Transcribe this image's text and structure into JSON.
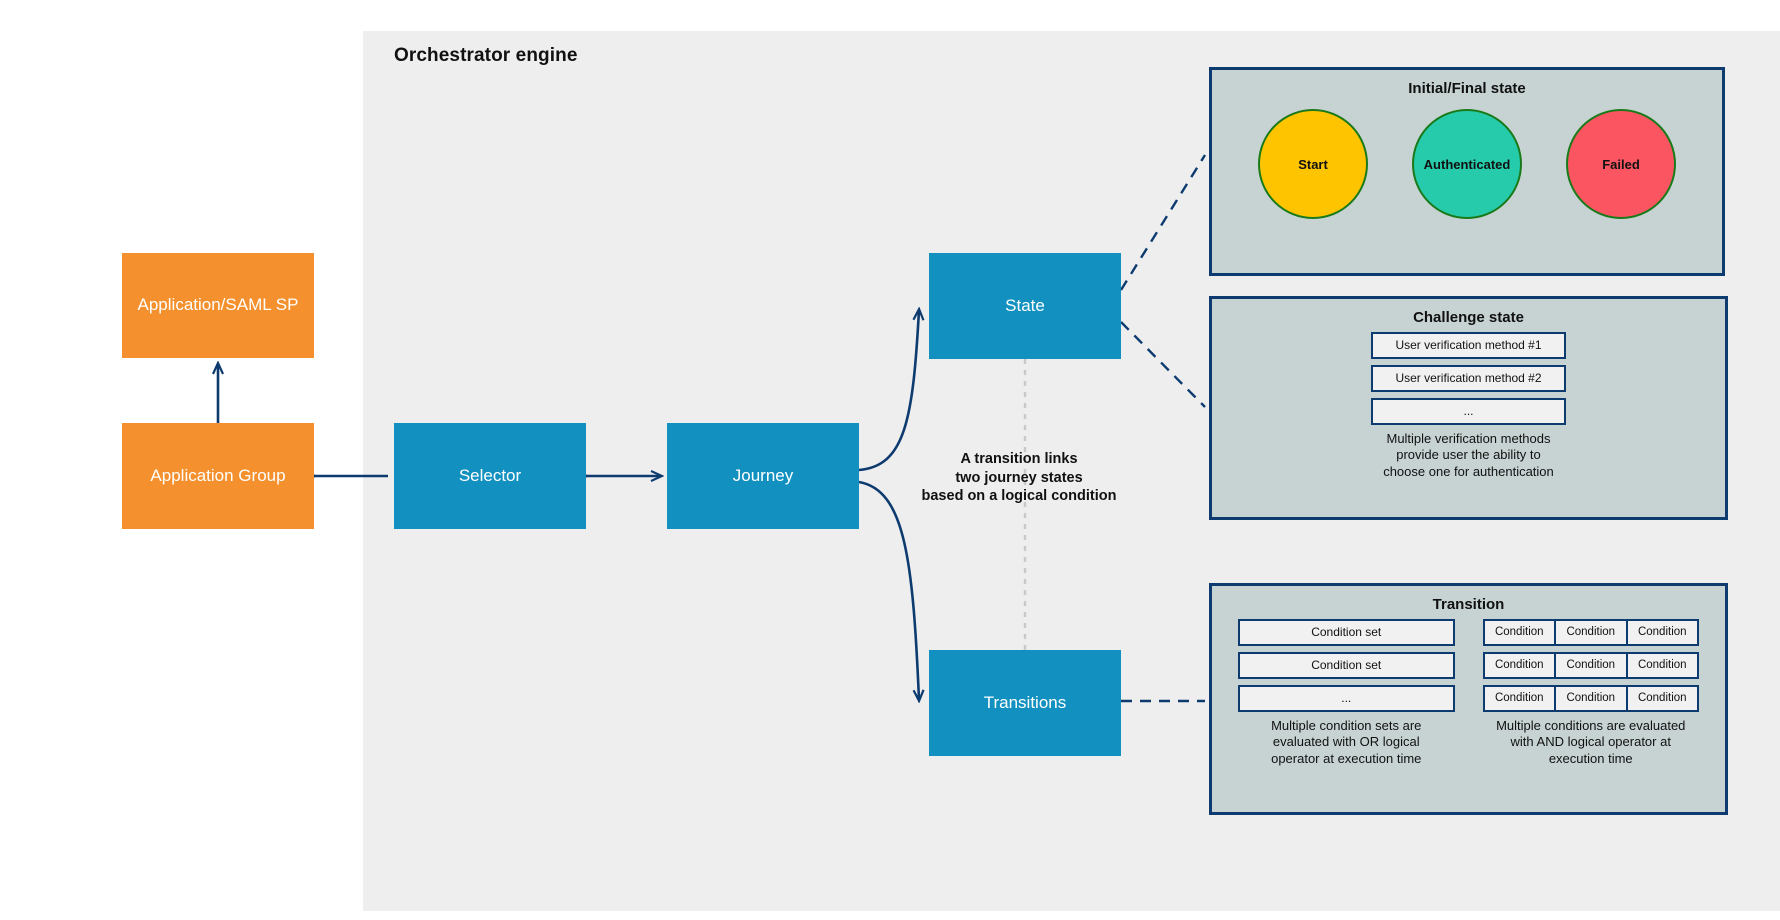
{
  "engine": {
    "title": "Orchestrator engine"
  },
  "nodes": {
    "application": "Application/SAML SP",
    "application_group": "Application Group",
    "selector": "Selector",
    "journey": "Journey",
    "state": "State",
    "transitions": "Transitions"
  },
  "annotation": {
    "line1": "A transition links",
    "line2": "two journey states",
    "line3": "based on a logical condition"
  },
  "initial_final_state": {
    "title": "Initial/Final state",
    "circles": [
      {
        "label": "Start",
        "fill": "#ffc400",
        "stroke": "#1a7a1a"
      },
      {
        "label": "Authenticated",
        "fill": "#25cbab",
        "stroke": "#1a7a1a"
      },
      {
        "label": "Failed",
        "fill": "#fc5562",
        "stroke": "#1a7a1a"
      }
    ]
  },
  "challenge_state": {
    "title": "Challenge state",
    "items": [
      "User verification method #1",
      "User verification method #2",
      "..."
    ],
    "note_line1": "Multiple verification methods",
    "note_line2": "provide user the ability to",
    "note_line3": "choose one for authentication"
  },
  "transition": {
    "title": "Transition",
    "condition_sets": [
      "Condition set",
      "Condition set",
      "..."
    ],
    "left_note_line1": "Multiple condition sets are",
    "left_note_line2": "evaluated with OR logical",
    "left_note_line3": "operator at execution time",
    "condition_grid": [
      [
        "Condition",
        "Condition",
        "Condition"
      ],
      [
        "Condition",
        "Condition",
        "Condition"
      ],
      [
        "Condition",
        "Condition",
        "Condition"
      ]
    ],
    "right_note_line1": "Multiple conditions are evaluated",
    "right_note_line2": "with AND logical operator at",
    "right_note_line3": "execution time"
  },
  "colors": {
    "panel_background": "#eeeeee",
    "orange_node": "#f4902d",
    "blue_node": "#1291c0",
    "detail_panel": "#c7d3d2",
    "connector": "#0d3b6f",
    "item_fill": "#f1f1f1"
  }
}
